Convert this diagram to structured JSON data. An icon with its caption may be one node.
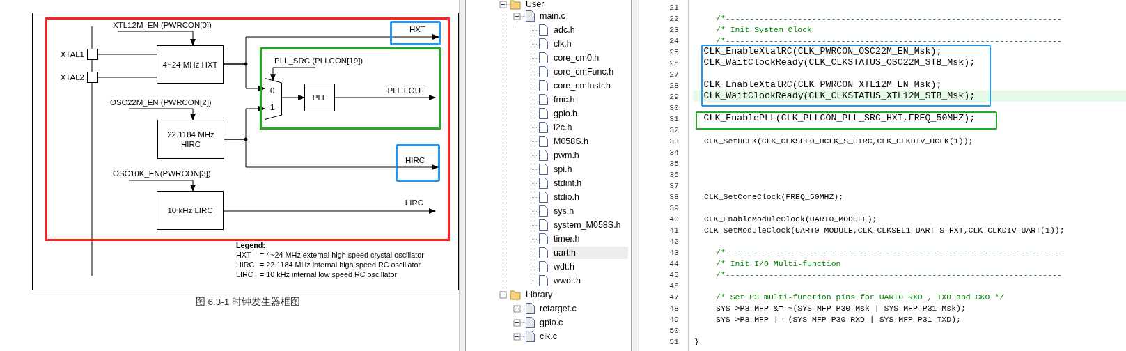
{
  "diagram": {
    "caption": "图 6.3-1 时钟发生器框图",
    "nodes": [
      {
        "text": [],
        "shape": "box"
      },
      {
        "text": [
          "XTAL1"
        ],
        "in": 0
      },
      {
        "text": [
          "XTAL2"
        ],
        "in": 0
      },
      {
        "text": [
          "4~24 MHz HXT"
        ],
        "in": 0
      },
      {
        "text": [],
        "shape": "box",
        "in": 0
      },
      {
        "text": [
          "0",
          "1"
        ],
        "in": 4
      },
      {
        "text": [
          "PLL"
        ],
        "in": 4
      },
      {
        "text": [
          "22.1184 MHz HIRC"
        ],
        "in": 0
      },
      {
        "text": [
          "10 kHz LIRC"
        ],
        "in": 0
      },
      {
        "text": [
          "HXT"
        ],
        "in": 0
      },
      {
        "text": [
          "HIRC"
        ],
        "in": 0
      },
      {
        "text": [
          "CLK_EnableXtalRC(CLK_PWRCON_OSC22M_EN_Msk);",
          "CLK_WaitClockReady(CLK_CLKSTATUS_OSC22M_STB_Msk);",
          "CLK_EnableXtalRC(CLK_PWRCON_XTL12M_EN_Msk);",
          "CLK_WaitClockReady(CLK_CLKSTATUS_XTL12M_STB_Msk);"
        ]
      },
      {
        "text": [
          "CLK_EnablePLL(CLK_PLLCON_PLL_SRC_HXT,FREQ_50MHZ);"
        ]
      }
    ],
    "edges": [
      {
        "from": null,
        "to": 3,
        "arrow": "to",
        "label": "XTL12M_EN (PWRCON[0])"
      },
      {
        "from": 1,
        "to": 3,
        "arrow": "none"
      },
      {
        "from": 2,
        "to": 3,
        "arrow": "none"
      },
      {
        "from": 3,
        "to": 9,
        "arrow": "to"
      },
      {
        "from": 3,
        "to": 5,
        "arrow": "to"
      },
      {
        "from": null,
        "to": 5,
        "arrow": "to",
        "label": "PLL_SRC (PLLCON[19])"
      },
      {
        "from": 5,
        "to": 6,
        "arrow": "to"
      },
      {
        "from": 6,
        "to": null,
        "arrow": "to",
        "label": "PLL FOUT"
      },
      {
        "from": null,
        "to": 7,
        "arrow": "to",
        "label": "OSC22M_EN (PWRCON[2])"
      },
      {
        "from": 7,
        "to": 5,
        "arrow": "to"
      },
      {
        "from": 7,
        "to": 10,
        "arrow": "to"
      },
      {
        "from": null,
        "to": 8,
        "arrow": "to",
        "label": "OSC10K_EN(PWRCON[3])"
      },
      {
        "from": 8,
        "to": null,
        "arrow": "to",
        "label": "LIRC"
      }
    ],
    "labels": [
      "Legend:",
      "HXT",
      "= 4~24 MHz external high speed crystal oscillator",
      "HIRC",
      "= 22.1184 MHz internal high speed RC oscillator",
      "LIRC",
      "= 10 kHz internal low speed RC oscillator",
      "User",
      "main.c",
      "adc.h",
      "clk.h",
      "core_cm0.h",
      "core_cmFunc.h",
      "core_cmInstr.h",
      "fmc.h",
      "gpio.h",
      "i2c.h",
      "M058S.h",
      "pwm.h",
      "spi.h",
      "stdint.h",
      "stdio.h",
      "sys.h",
      "system_M058S.h",
      "timer.h",
      "uart.h",
      "wdt.h",
      "wwdt.h",
      "Library",
      "retarget.c",
      "gpio.c",
      "clk.c",
      "21",
      "22",
      "/*----------------------------------------------------------------------",
      "23",
      "/* Init System Clock",
      "24",
      "/*----------------------------------------------------------------------",
      "25",
      "26",
      "27",
      "28",
      "29",
      "30",
      "31",
      "32",
      "33",
      "CLK_SetHCLK(CLK_CLKSEL0_HCLK_S_HIRC,CLK_CLKDIV_HCLK(1));",
      "34",
      "35",
      "36",
      "37",
      "38",
      "CLK_SetCoreClock(FREQ_50MHZ);",
      "39",
      "40",
      "CLK_EnableModuleClock(UART0_MODULE);",
      "41",
      "CLK_SetModuleClock(UART0_MODULE,CLK_CLKSEL1_UART_S_HXT,CLK_CLKDIV_UART(1));",
      "42",
      "43",
      "/*----------------------------------------------------------------------",
      "44",
      "/* Init I/O Multi-function",
      "45",
      "/*----------------------------------------------------------------------",
      "46",
      "47",
      "/* Set P3 multi-function pins for UART0 RXD , TXD and CKO */",
      "48",
      "SYS->P3_MFP &= ~(SYS_MFP_P30_Msk | SYS_MFP_P31_Msk);",
      "49",
      "SYS->P3_MFP |= (SYS_MFP_P30_RXD | SYS_MFP_P31_TXD);",
      "50",
      "51",
      "}"
    ]
  }
}
